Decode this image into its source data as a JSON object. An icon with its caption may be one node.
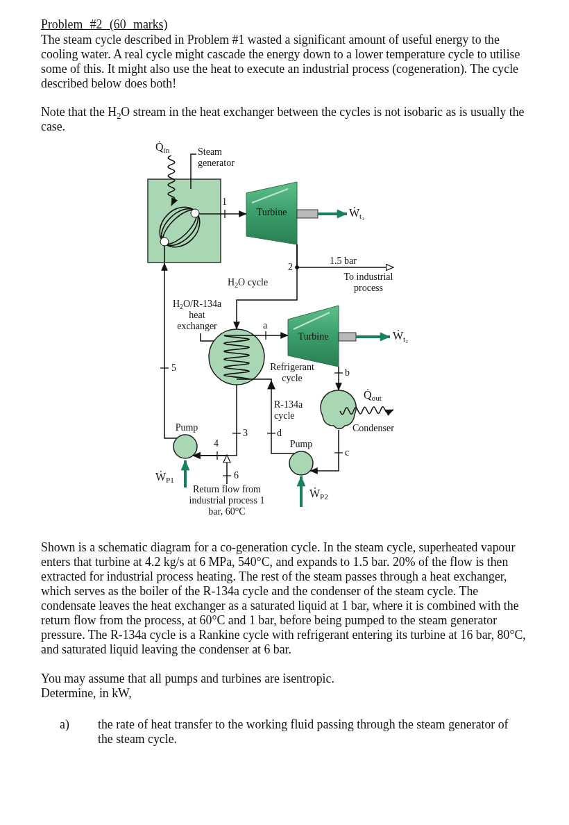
{
  "diagram": {
    "title": "Problem #2 (60 marks)",
    "nodes": [
      {
        "text": [],
        "shape": "box"
      },
      {
        "text": [
          "Steam generator"
        ]
      },
      {
        "text": [
          "Q̇$_{in}$"
        ]
      },
      {
        "text": [
          "Turbine"
        ]
      },
      {
        "text": [
          "Ẇ$_{t₁}$"
        ]
      },
      {
        "text": [
          "To industrial process"
        ]
      },
      {
        "text": [
          "H$_{2}$O/R-134a heat exchanger"
        ]
      },
      {
        "text": [],
        "shape": "circle"
      },
      {
        "text": [
          "Turbine"
        ]
      },
      {
        "text": [
          "Ẇ$_{t₂}$"
        ]
      },
      {
        "text": [
          "Condenser"
        ]
      },
      {
        "text": [
          "Q̇$_{out}$"
        ]
      },
      {
        "text": [
          "Pump"
        ]
      },
      {
        "text": [
          "Ẇ$_{P2}$"
        ]
      },
      {
        "text": [
          "Pump"
        ]
      },
      {
        "text": [
          "Ẇ$_{P1}$"
        ]
      },
      {
        "text": [
          "Return flow from industrial process 1 bar, 60°C"
        ]
      }
    ],
    "edges": [
      {
        "from": 2,
        "to": 0,
        "arrow": "to"
      },
      {
        "from": 1,
        "to": 0,
        "arrow": "none"
      },
      {
        "from": 0,
        "to": 3,
        "arrow": "to"
      },
      {
        "from": 3,
        "to": 4,
        "arrow": "to",
        "style": "thick",
        "color": "#17825a"
      },
      {
        "from": 3,
        "to": 5,
        "arrow": "to",
        "label": "1.5 bar"
      },
      {
        "from": 3,
        "to": 7,
        "arrow": "to"
      },
      {
        "from": 6,
        "to": 7,
        "arrow": "none"
      },
      {
        "from": 7,
        "to": 8,
        "arrow": "to"
      },
      {
        "from": 8,
        "to": 9,
        "arrow": "to",
        "style": "thick",
        "color": "#17825a"
      },
      {
        "from": 8,
        "to": 10,
        "arrow": "to"
      },
      {
        "from": 10,
        "to": 11,
        "arrow": "to"
      },
      {
        "from": 10,
        "to": 12,
        "arrow": "to"
      },
      {
        "from": 12,
        "to": 7,
        "arrow": "to"
      },
      {
        "from": 7,
        "to": 14,
        "arrow": "to"
      },
      {
        "from": 16,
        "to": 14,
        "arrow": "to"
      },
      {
        "from": 13,
        "to": 12,
        "arrow": "to",
        "style": "thick",
        "color": "#17825a"
      },
      {
        "from": 15,
        "to": 14,
        "arrow": "to",
        "style": "thick",
        "color": "#17825a"
      },
      {
        "from": 14,
        "to": 0,
        "arrow": "to"
      }
    ],
    "labels": [
      "The steam cycle described in Problem #1 wasted a significant amount of useful energy to the cooling water. A real cycle might cascade the energy down to a lower temperature cycle to utilise some of this. It might also use the heat to execute an industrial process (cogeneration). The cycle described below does both!",
      "Note that the H$_{2}$O stream in the heat exchanger between the cycles is not isobaric as is usually the case.",
      "1",
      "2",
      "H$_{2}$O cycle",
      "a",
      "5",
      "Refrigerant cycle",
      "b",
      "R-134a cycle",
      "3",
      "d",
      "4",
      "c",
      "6",
      "Shown is a schematic diagram for a co-generation cycle. In the steam cycle, superheated vapour enters that turbine at 4.2 kg/s at 6 MPa, 540°C, and expands to 1.5 bar. 20% of the flow is then extracted for industrial process heating. The rest of the steam passes through a heat exchanger, which serves as the boiler of the R-134a cycle and the condenser of the steam cycle. The condensate leaves the heat exchanger as a saturated liquid at 1 bar, where it is combined with the return flow from the process, at 60°C and 1 bar, before being pumped to the steam generator pressure. The R-134a cycle is a Rankine cycle with refrigerant entering its turbine at 16 bar, 80°C, and saturated liquid leaving the condenser at 6 bar.",
      "You may assume that all pumps and turbines are isentropic.",
      "Determine, in kW,",
      "a)",
      "the rate of heat transfer to the working fluid passing through the steam generator of the steam cycle."
    ]
  }
}
